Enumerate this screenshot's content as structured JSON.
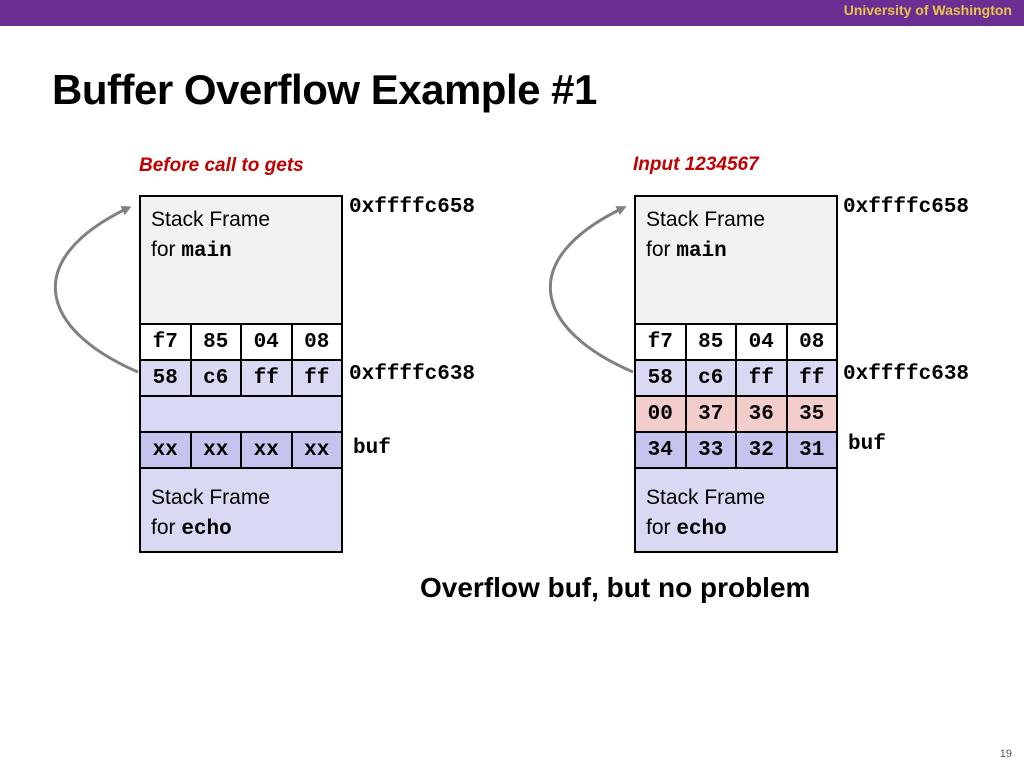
{
  "header": {
    "university": "University of Washington"
  },
  "slide": {
    "title": "Buffer Overflow Example #1",
    "page_number": "19"
  },
  "left": {
    "caption": "Before call to gets",
    "main_frame": {
      "line1": "Stack Frame",
      "line2_prefix": "for ",
      "line2_code": "main"
    },
    "rows": [
      [
        "f7",
        "85",
        "04",
        "08"
      ],
      [
        "58",
        "c6",
        "ff",
        "ff"
      ],
      [
        "xx",
        "xx",
        "xx",
        "xx"
      ]
    ],
    "echo_frame": {
      "line1": "Stack Frame",
      "line2_prefix": "for ",
      "line2_code": "echo"
    },
    "addr_top": "0xffffc658",
    "addr_mid": "0xffffc638",
    "buf_label": "buf"
  },
  "right": {
    "caption": "Input 1234567",
    "main_frame": {
      "line1": "Stack Frame",
      "line2_prefix": "for ",
      "line2_code": "main"
    },
    "rows": [
      [
        "f7",
        "85",
        "04",
        "08"
      ],
      [
        "58",
        "c6",
        "ff",
        "ff"
      ],
      [
        "00",
        "37",
        "36",
        "35"
      ],
      [
        "34",
        "33",
        "32",
        "31"
      ]
    ],
    "echo_frame": {
      "line1": "Stack Frame",
      "line2_prefix": "for ",
      "line2_code": "echo"
    },
    "addr_top": "0xffffc658",
    "addr_mid": "0xffffc638",
    "buf_label": "buf"
  },
  "note": "Overflow buf, but no problem",
  "colors": {
    "topbar": "#6b2f93",
    "university_text": "#e8c34c",
    "caption": "#c00000",
    "main_frame_bg": "#f2f2f2",
    "echo_frame_bg": "#d9d9f3",
    "overwritten_bg": "#f3cccc",
    "arrow": "#808080"
  }
}
